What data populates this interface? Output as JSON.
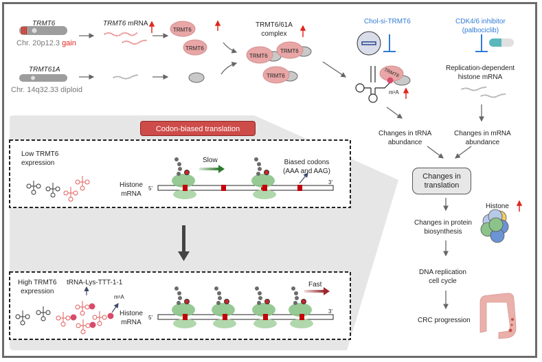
{
  "genes": {
    "trmt6": {
      "name": "TRMT6",
      "locus": "Chr. 20p12.3",
      "status": "gain"
    },
    "trmt61a": {
      "name": "TRMT61A",
      "locus": "Chr. 14q32.33 diploid"
    }
  },
  "mrna_label": {
    "gene": "TRMT6",
    "suffix": " mRNA"
  },
  "protein_label": "TRMT6",
  "complex_label": {
    "line1": "TRMT6/61A",
    "line2": "complex"
  },
  "modification_label": "m¹A",
  "inhibitors": {
    "sirna": "Chol-si-TRMT6",
    "cdk": {
      "line1": "CDK4/6 inhibitor",
      "line2": "(palbociclib)"
    }
  },
  "histone_mrna_top": {
    "line1": "Replication-dependent",
    "line2": "histone mRNA"
  },
  "flow": {
    "trna_change": {
      "line1": "Changes in tRNA",
      "line2": "abundance"
    },
    "mrna_change": {
      "line1": "Changes in mRNA",
      "line2": "abundance"
    },
    "translation": {
      "line1": "Changes in",
      "line2": "translation"
    },
    "protein": {
      "line1": "Changes in protein",
      "line2": "biosynthesis"
    },
    "histone": "Histone",
    "dna": {
      "line1": "DNA replication",
      "line2": "cell cycle"
    },
    "crc": "CRC progression"
  },
  "codon_panel": {
    "title": "Codon-biased translation",
    "low": {
      "label1": "Low TRMT6",
      "label2": "expression",
      "speed": "Slow",
      "codons1": "Biased codons",
      "codons2": "(AAA and AAG)"
    },
    "high": {
      "label1": "High TRMT6",
      "label2": "expression",
      "trna": "tRNA-Lys-TTT-1-1",
      "speed": "Fast"
    },
    "histone1": "Histone",
    "histone2": "mRNA",
    "five": "5'",
    "three": "3'"
  },
  "colors": {
    "accent_red": "#e0261c",
    "inhibitor_blue": "#2f7ad4",
    "title_box": "#cd4b48",
    "protein_pink": "#e8a6a6",
    "ribosome_green": "#8cc38a"
  }
}
